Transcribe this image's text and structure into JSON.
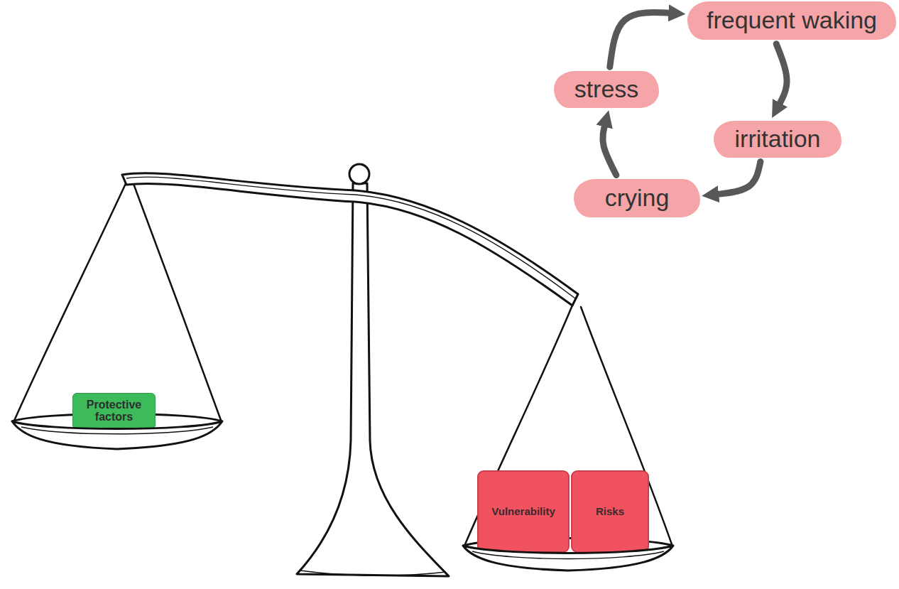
{
  "diagram": {
    "nodes": [
      {
        "text": [
          "frequent waking"
        ]
      },
      {
        "text": [
          "stress"
        ]
      },
      {
        "text": [
          "irritation"
        ]
      },
      {
        "text": [
          "crying"
        ]
      },
      {
        "text": [
          "Protective factors"
        ]
      },
      {
        "text": [
          "Vulnerability"
        ]
      },
      {
        "text": [
          "Risks"
        ]
      }
    ],
    "edges": [
      {
        "from": 1,
        "to": 0,
        "arrow": "to"
      },
      {
        "from": 0,
        "to": 2,
        "arrow": "to"
      },
      {
        "from": 2,
        "to": 3,
        "arrow": "to"
      },
      {
        "from": 3,
        "to": 1,
        "arrow": "to"
      }
    ]
  }
}
